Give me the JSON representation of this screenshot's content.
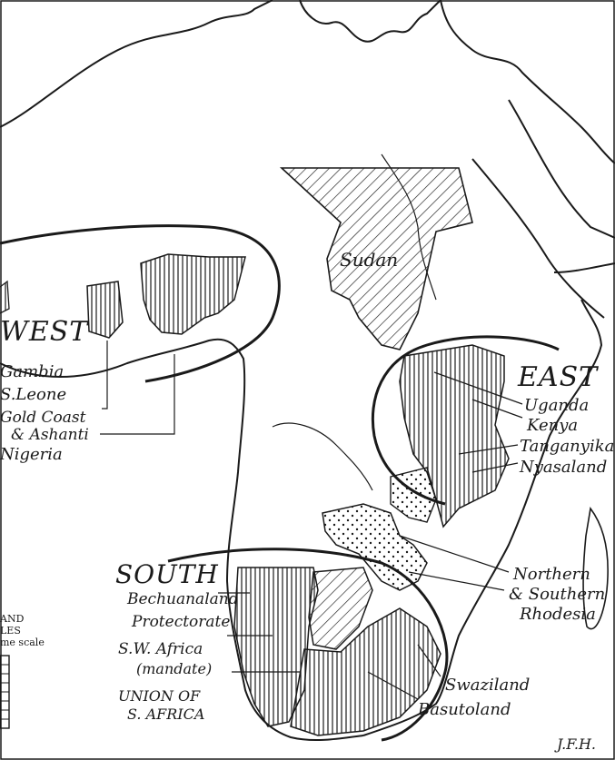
{
  "map": {
    "colors": {
      "ink": "#1a1a1a",
      "paper": "#ffffff"
    },
    "regions": {
      "west": "WEST",
      "east": "EAST",
      "south": "SOUTH"
    },
    "labels": {
      "sudan": "Sudan",
      "gambia": "Gambia",
      "sierra_leone": "S.Leone",
      "gold_coast_1": "Gold Coast",
      "gold_coast_2": "& Ashanti",
      "nigeria": "Nigeria",
      "uganda": "Uganda",
      "kenya": "Kenya",
      "tanganyika": "Tanganyika",
      "nyasaland": "Nyasaland",
      "rhodesia_1": "Northern",
      "rhodesia_2": "& Southern",
      "rhodesia_3": "Rhodesia",
      "bechuanaland_1": "Bechuanaland",
      "bechuanaland_2": "Protectorate",
      "sw_africa_1": "S.W. Africa",
      "sw_africa_2": "(mandate)",
      "union_1": "UNION OF",
      "union_2": "S. AFRICA",
      "swaziland": "Swaziland",
      "basutoland": "Basutoland",
      "signature": "J.F.H.",
      "scale_1": "AND",
      "scale_2": "LES",
      "scale_3": "me scale"
    }
  }
}
